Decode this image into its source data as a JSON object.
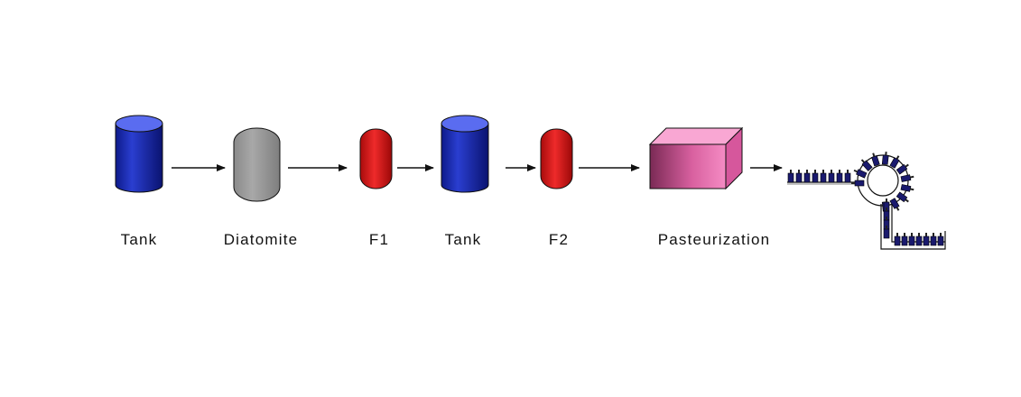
{
  "diagram": {
    "steps": [
      {
        "id": "tank-1",
        "label": "Tank",
        "shape": "cylinder",
        "color": "#1f2fb0"
      },
      {
        "id": "diatomite",
        "label": "Diatomite",
        "shape": "cylinder",
        "color": "#9a9a9a"
      },
      {
        "id": "f1",
        "label": "F1",
        "shape": "capsule",
        "color": "#d81c1c"
      },
      {
        "id": "tank-2",
        "label": "Tank",
        "shape": "cylinder",
        "color": "#1f2fb0"
      },
      {
        "id": "f2",
        "label": "F2",
        "shape": "capsule",
        "color": "#d81c1c"
      },
      {
        "id": "pasteurization",
        "label": "Pasteurization",
        "shape": "box",
        "color": "#f07ab8"
      },
      {
        "id": "bottling-line",
        "label": "",
        "shape": "bottling-conveyor",
        "color": "#1a1a6e"
      }
    ],
    "connections": [
      {
        "from": "tank-1",
        "to": "diatomite"
      },
      {
        "from": "diatomite",
        "to": "f1"
      },
      {
        "from": "f1",
        "to": "tank-2"
      },
      {
        "from": "tank-2",
        "to": "f2"
      },
      {
        "from": "f2",
        "to": "pasteurization"
      },
      {
        "from": "pasteurization",
        "to": "bottling-line"
      }
    ]
  }
}
